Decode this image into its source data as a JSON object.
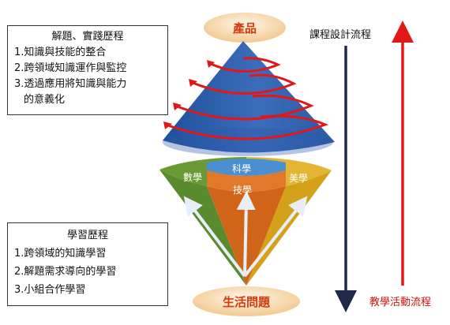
{
  "top_box": {
    "title": "解題、實踐歷程",
    "items": [
      "1.知識與技能的整合",
      "2.跨領域知識運作與監控",
      "3.透過應用將知識與能力",
      "的意義化"
    ]
  },
  "bottom_box": {
    "title": "學習歷程",
    "items": [
      "1.跨領域的知識學習",
      "2.解題需求導向的學習",
      "3.小組合作學習"
    ]
  },
  "product_label": "產品",
  "life_label": "生活問題",
  "segments": {
    "science": "科學",
    "math": "數學",
    "arts": "美學",
    "tech": "技學"
  },
  "design_flow_label": "課程設計流程",
  "teaching_flow_label": "教學活動流程",
  "colors": {
    "cone_blue": "#2f5eaa",
    "spiral_red": "#e01818",
    "science": "#4a90d0",
    "math": "#5a8a2e",
    "arts": "#d4a21a",
    "tech": "#d0651a",
    "down_arrow": "#1e2a4a",
    "up_arrow": "#e01818"
  }
}
